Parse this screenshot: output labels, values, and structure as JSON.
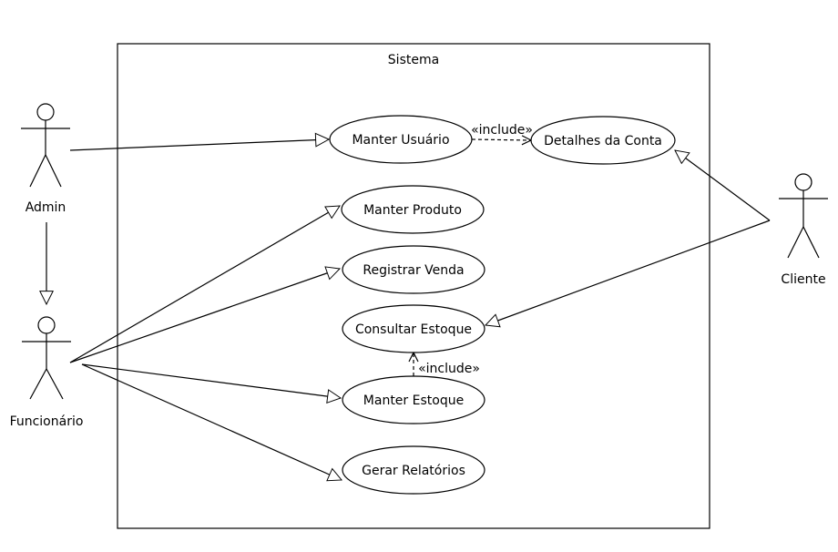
{
  "system": {
    "title": "Sistema"
  },
  "actors": {
    "admin": "Admin",
    "funcionario": "Funcionário",
    "cliente": "Cliente"
  },
  "use_cases": {
    "manter_usuario": "Manter Usuário",
    "detalhes_conta": "Detalhes da Conta",
    "manter_produto": "Manter Produto",
    "registrar_venda": "Registrar Venda",
    "consultar_estoque": "Consultar Estoque",
    "manter_estoque": "Manter Estoque",
    "gerar_relatorios": "Gerar Relatórios"
  },
  "relations": {
    "include_1": "«include»",
    "include_2": "«include»"
  }
}
